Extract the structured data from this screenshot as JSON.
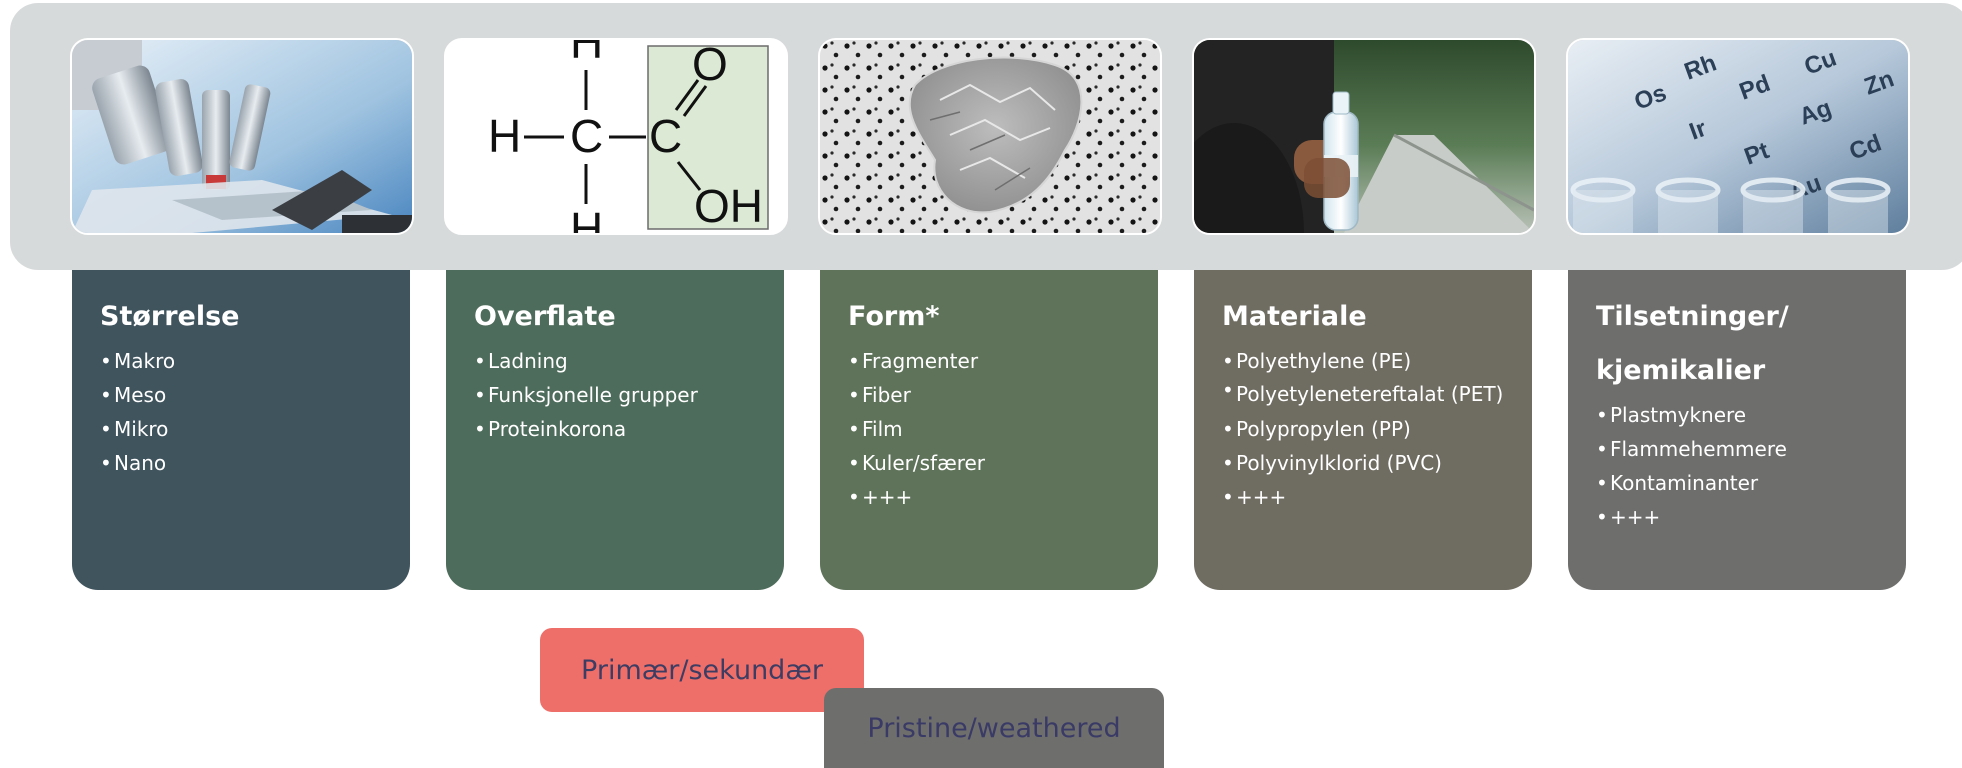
{
  "colors": {
    "band": "#d7dadb",
    "card_size": "#40545e",
    "card_surface": "#4e6c5b",
    "card_form": "#5f735a",
    "card_material": "#6f6c62",
    "card_additives": "#6e6e6d",
    "tag_primary": "#ee6f6a",
    "tag_pristine": "#6e6e6d"
  },
  "columns": [
    {
      "image": "microscope-photo",
      "title": "Størrelse",
      "bullets": [
        "Makro",
        "Meso",
        "Mikro",
        "Nano"
      ]
    },
    {
      "image": "carboxyl-structure",
      "structure_labels": {
        "h_left": "H",
        "c_center": "C",
        "c_carbonyl": "C",
        "o_top": "O",
        "oh": "OH",
        "h_top": "H",
        "h_bottom": "H"
      },
      "title": "Overflate",
      "bullets": [
        "Ladning",
        "Funksjonelle grupper",
        "Proteinkorona"
      ]
    },
    {
      "image": "particle-micrograph",
      "title": "Form*",
      "bullets": [
        "Fragmenter",
        "Fiber",
        "Film",
        "Kuler/sfærer",
        "+++"
      ]
    },
    {
      "image": "bottle-photo",
      "title": "Materiale",
      "bullets": [
        "Polyethylene (PE)",
        "Polyetylenetereftalat (PET)",
        "Polypropylen (PP)",
        "Polyvinylklorid (PVC)",
        "+++"
      ]
    },
    {
      "image": "periodic-table-photo",
      "title_line1": "Tilsetninger/",
      "title_line2": "kjemikalier",
      "periodic_symbols": [
        "Rh",
        "Pd",
        "Ag",
        "Cu",
        "Ir",
        "Pt",
        "Au",
        "Cd",
        "Os",
        "Zn"
      ],
      "bullets": [
        "Plastmyknere",
        "Flammehemmere",
        "Kontaminanter",
        "+++"
      ]
    }
  ],
  "tags": {
    "primary": "Primær/sekundær",
    "pristine": "Pristine/weathered"
  }
}
